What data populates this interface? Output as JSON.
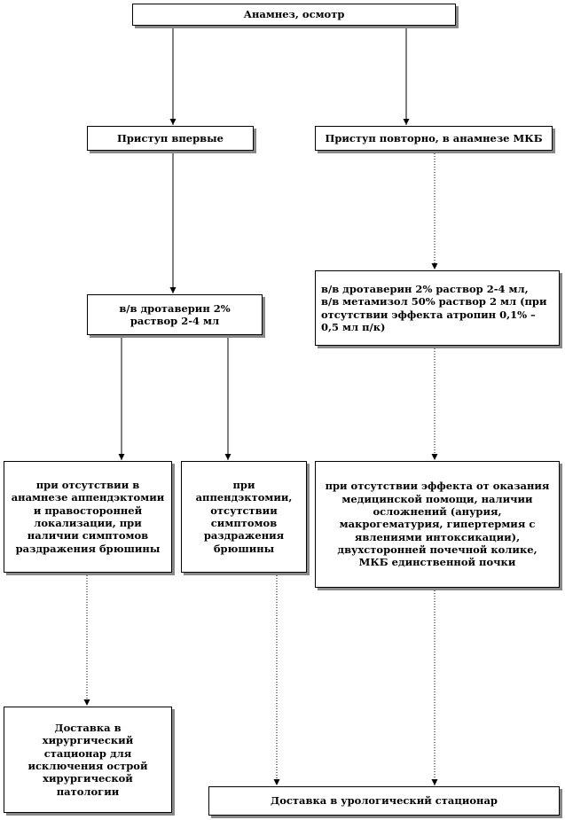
{
  "nodes": {
    "anamnesis": "Анамнез, осмотр",
    "first_attack": "Приступ впервые",
    "repeat_attack": "Приступ повторно, в анамнезе МКБ",
    "drotaverine_first": "в/в дротаверин 2%\nраствор 2-4 мл",
    "drotaverine_repeat": "в/в дротаверин 2% раствор 2-4 мл,\nв/в метамизол 50% раствор 2 мл (при\nотсутствии эффекта атропин 0,1% –\n0,5 мл п/к)",
    "no_appendectomy": "при отсутствии в\nанамнезе аппендэктомии\nи правосторонней\nлокализации, при\nналичии симптомов\nраздражения брюшины",
    "after_appendectomy": "при\nаппендэктомии,\nотсутствии\nсимптомов\nраздражения\nбрюшины",
    "no_effect": "при отсутствии эффекта от оказания\nмедицинской помощи, наличии\nосложнений (анурия,\nмакрогематурия, гипертермия с\nявлениями интоксикации),\nдвухсторонней почечной колике,\nМКБ единственной почки",
    "surgical": "Доставка в\nхирургический\nстационар для\nисключения острой\nхирургической\nпатологии",
    "urology": "Доставка в урологический стационар"
  },
  "edges": [
    {
      "from": "anamnesis",
      "to": "first_attack",
      "style": "solid"
    },
    {
      "from": "anamnesis",
      "to": "repeat_attack",
      "style": "solid"
    },
    {
      "from": "first_attack",
      "to": "drotaverine_first",
      "style": "solid"
    },
    {
      "from": "repeat_attack",
      "to": "drotaverine_repeat",
      "style": "dotted"
    },
    {
      "from": "drotaverine_first",
      "to": "no_appendectomy",
      "style": "solid"
    },
    {
      "from": "drotaverine_first",
      "to": "after_appendectomy",
      "style": "solid"
    },
    {
      "from": "drotaverine_repeat",
      "to": "no_effect",
      "style": "dotted"
    },
    {
      "from": "no_appendectomy",
      "to": "surgical",
      "style": "dotted"
    },
    {
      "from": "after_appendectomy",
      "to": "urology",
      "style": "dotted"
    },
    {
      "from": "no_effect",
      "to": "urology",
      "style": "dotted"
    }
  ]
}
